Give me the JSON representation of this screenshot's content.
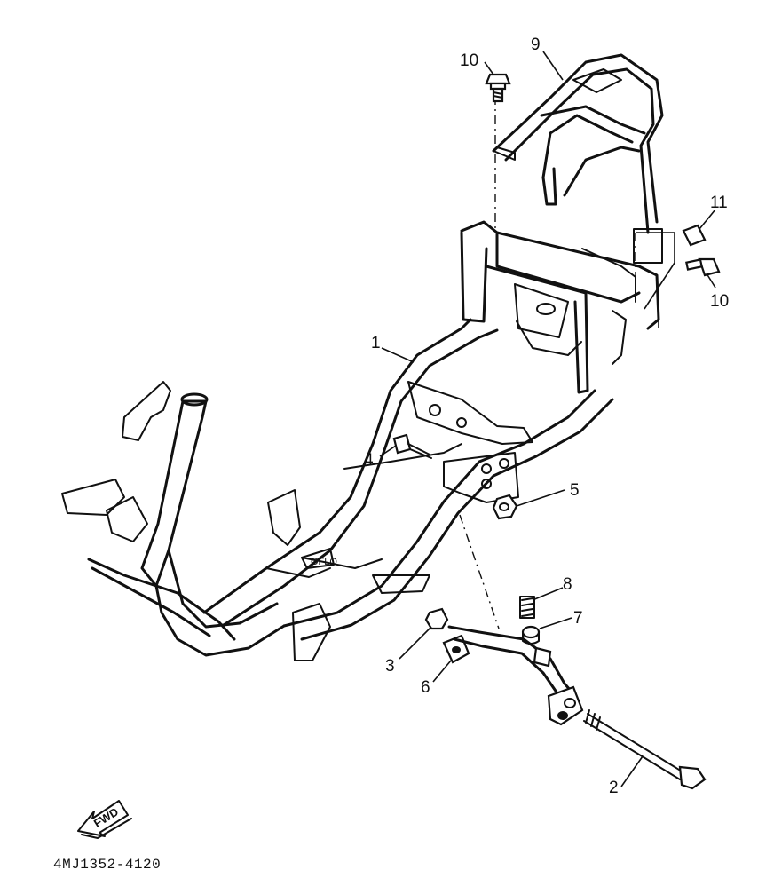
{
  "diagram": {
    "callouts": {
      "frame": "1",
      "stand_shaft": "2",
      "nut_3": "3",
      "bolt_4": "4",
      "nut_5": "5",
      "bushing": "6",
      "collar": "7",
      "spring_8": "8",
      "carrier": "9",
      "bolt_10_top": "10",
      "bolt_10_right": "10",
      "cap_11": "11"
    },
    "fwd_label": "FWD",
    "diagram_code": "4MJ1352-4120"
  }
}
